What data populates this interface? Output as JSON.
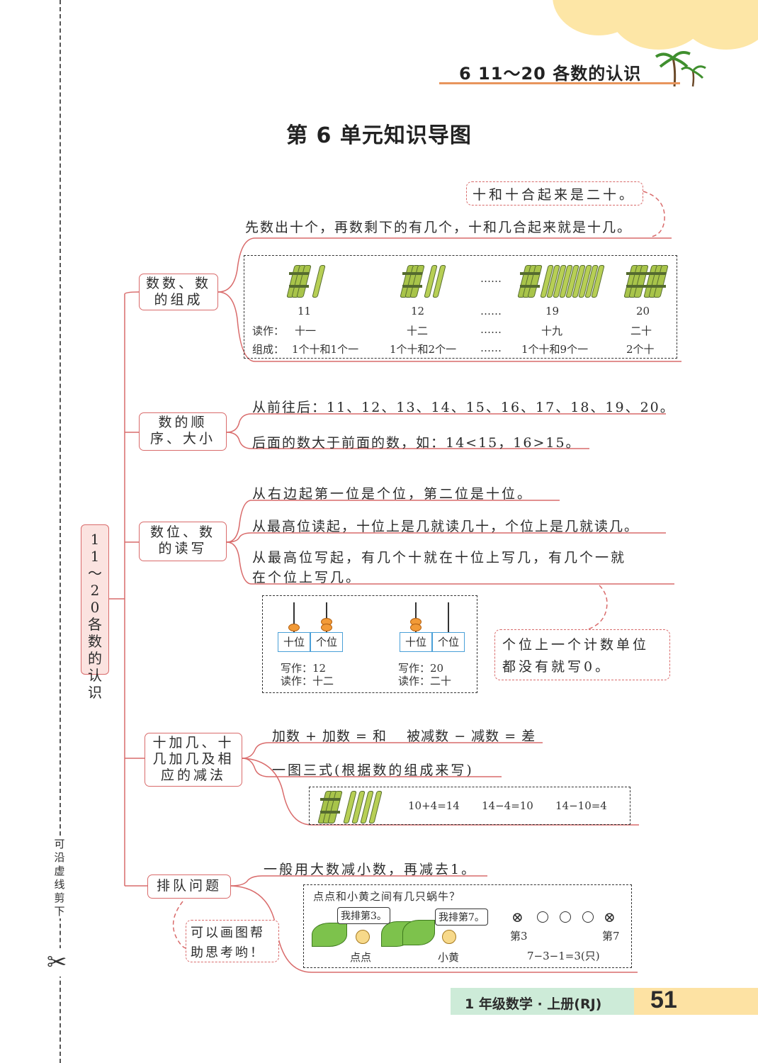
{
  "header": {
    "chapter": "6  11～20 各数的认识"
  },
  "title": "第 6 单元知识导图",
  "cut": {
    "text": "可沿虚线剪下"
  },
  "central": "11～20各数的认识",
  "branch1": {
    "label": "数数、数的组成",
    "top_note": "十和十合起来是二十。",
    "rule": "先数出十个，再数剩下的有几个，十和几合起来就是十几。",
    "numbers": [
      "11",
      "12",
      "……",
      "19",
      "20"
    ],
    "read_label": "读作：",
    "reads": [
      "十一",
      "十二",
      "……",
      "十九",
      "二十"
    ],
    "comp_label": "组成：",
    "comps": [
      "1个十和1个一",
      "1个十和2个一",
      "……",
      "1个十和9个一",
      "2个十"
    ],
    "dots": "……"
  },
  "branch2": {
    "label": "数的顺序、大小",
    "order": "从前往后：11、12、13、14、15、16、17、18、19、20。",
    "compare": "后面的数大于前面的数，如：14<15，16>15。"
  },
  "branch3": {
    "label": "数位、数的读写",
    "line1": "从右边起第一位是个位，第二位是十位。",
    "line2": "从最高位读起，十位上是几就读几十，个位上是几就读几。",
    "line3a": "从最高位写起，有几个十就在十位上写几，有几个一就",
    "line3b": "在个位上写几。",
    "tens": "十位",
    "ones": "个位",
    "ex1_write": "写作：12",
    "ex1_read": "读作：十二",
    "ex2_write": "写作：20",
    "ex2_read": "读作：二十",
    "note_a": "个位上一个计数单位",
    "note_b": "都没有就写0。"
  },
  "branch4": {
    "label": "十加几、十几加几及相应的减法",
    "formula": "加数 + 加数 = 和    被减数 − 减数 = 差",
    "method": "一图三式(根据数的组成来写)",
    "eq1": "10+4=14",
    "eq2": "14−4=10",
    "eq3": "14−10=4"
  },
  "branch5": {
    "label": "排队问题",
    "rule": "一般用大数减小数，再减去1。",
    "question": "点点和小黄之间有几只蜗牛？",
    "bubble1": "我排第3。",
    "bubble2": "我排第7。",
    "name1": "点点",
    "name2": "小黄",
    "pos3": "第3",
    "pos7": "第7",
    "calc": "7−3−1=3(只)",
    "hint_a": "可以画图帮",
    "hint_b": "助思考哟！"
  },
  "footer": {
    "book": "1 年级数学 · 上册(RJ)",
    "page": "51"
  },
  "colors": {
    "accent": "#d96b6b",
    "cloud": "#fde6a6",
    "stick": "#a8c44a",
    "bead": "#f29a37",
    "place_value": "#4aa0d8"
  }
}
